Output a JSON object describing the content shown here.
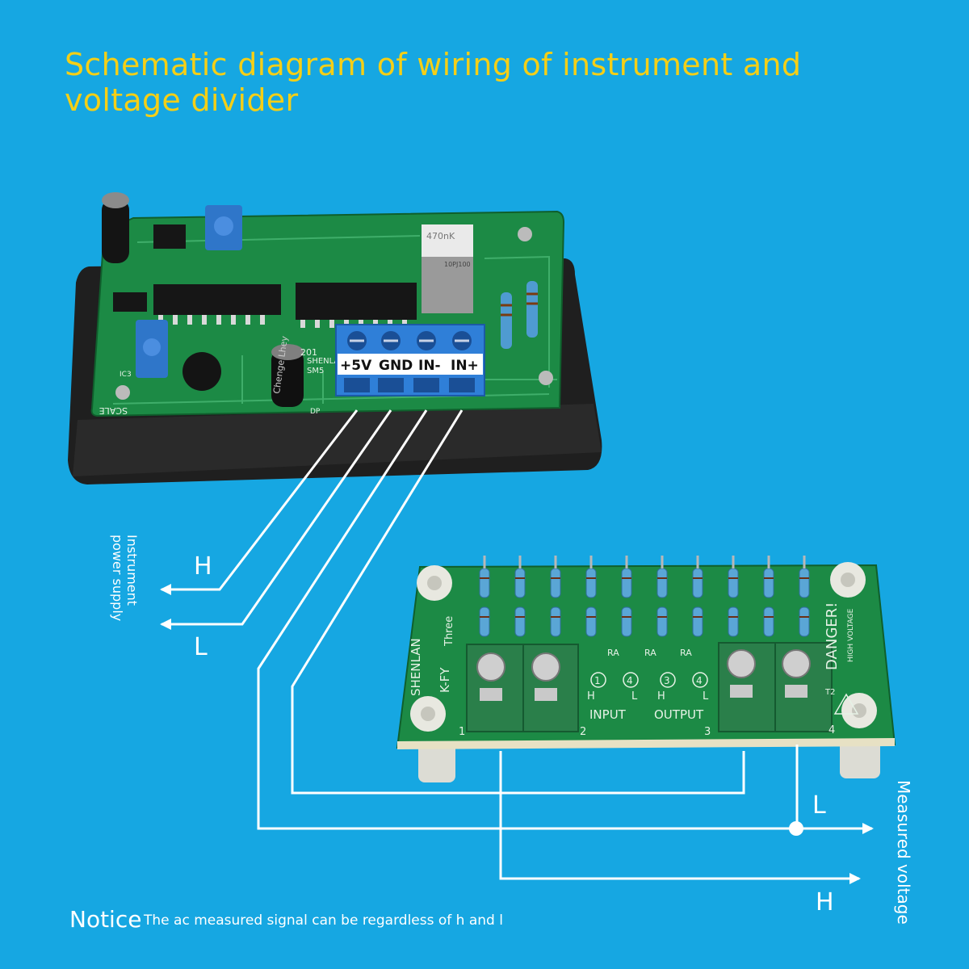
{
  "title": "Schematic diagram of wiring of instrument and voltage divider",
  "instrument": {
    "terminals": [
      "+5V",
      "GND",
      "IN-",
      "IN+"
    ],
    "pcb_texts": {
      "scale": "SCALE",
      "brand": "SHENLAN",
      "model": "SM5",
      "year": "201",
      "capacitor": "Chenge Lhey",
      "relay_value": "470nK",
      "relay_code": "10PJ100",
      "dp": "DP",
      "ic": "IC3"
    }
  },
  "power_label": "Instrument power supply",
  "power_H": "H",
  "power_L": "L",
  "divider": {
    "brand": "SHENLAN",
    "model": "K-FY",
    "three": "Three",
    "warning": "DANGER!",
    "voltage_note": "HIGH VOLTAGE",
    "input_label": "INPUT",
    "output_label": "OUTPUT",
    "pins": [
      {
        "num": "1",
        "pol": "H"
      },
      {
        "num": "4",
        "pol": "L"
      },
      {
        "num": "3",
        "pol": "H"
      },
      {
        "num": "4",
        "pol": "L"
      }
    ],
    "terminal_numbers": [
      "1",
      "2",
      "3",
      "4"
    ],
    "resistor_labels": [
      "RA",
      "RA",
      "RA"
    ],
    "t2": "T2"
  },
  "measured_label": "Measured voltage",
  "measured_L": "L",
  "measured_H": "H",
  "notice_head": "Notice",
  "notice_body": "The ac measured signal can be regardless of h and l",
  "colors": {
    "background": "#16a7e2",
    "title": "#f5cf16",
    "pcb": "#1c8a45",
    "wire": "#ffffff",
    "terminal": "#2f7fd8"
  }
}
